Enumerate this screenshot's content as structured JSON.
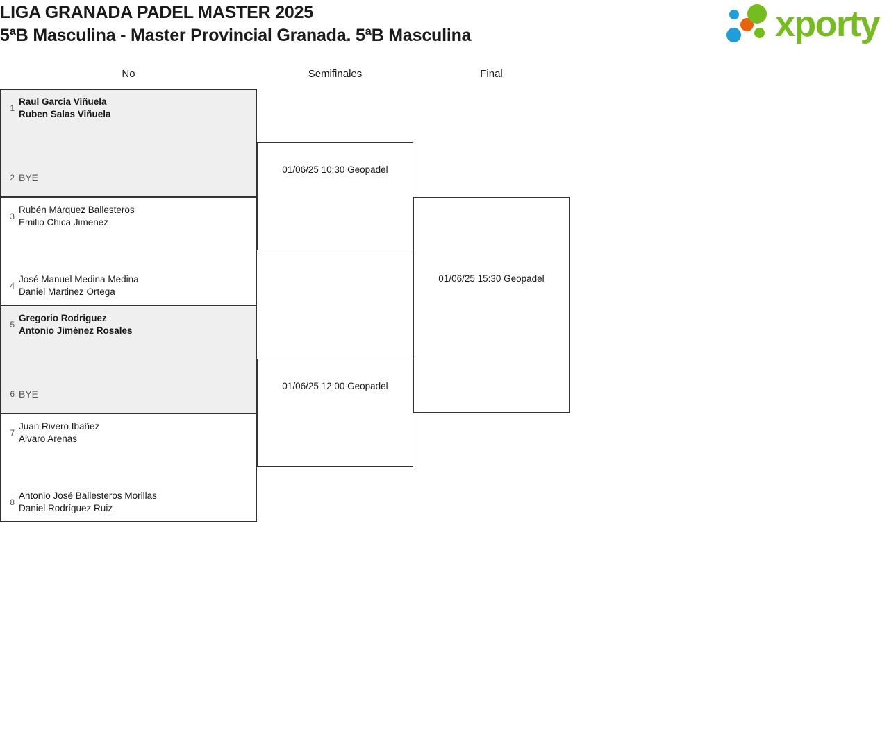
{
  "header": {
    "title_line1": "LIGA GRANADA PADEL MASTER 2025",
    "title_line2": "5ªB Masculina - Master Provincial Granada. 5ªB Masculina"
  },
  "logo": {
    "wordmark": "xporty",
    "colors": {
      "green": "#76bc21",
      "blue": "#1f9ed9",
      "orange": "#e8630a"
    }
  },
  "bracket": {
    "round_headers": [
      {
        "label": "No"
      },
      {
        "label": "Semifinales"
      },
      {
        "label": "Final"
      }
    ],
    "round1": [
      {
        "highlight": true,
        "top": {
          "seed": "1",
          "type": "team",
          "winner": true,
          "player1": "Raul Garcia Viñuela",
          "player2": "Ruben Salas Viñuela"
        },
        "bottom": {
          "seed": "2",
          "type": "bye",
          "winner": false,
          "label": "BYE"
        }
      },
      {
        "highlight": false,
        "top": {
          "seed": "3",
          "type": "team",
          "winner": false,
          "player1": "Rubén Márquez Ballesteros",
          "player2": "Emilio Chica Jimenez"
        },
        "bottom": {
          "seed": "4",
          "type": "team",
          "winner": false,
          "player1": "José Manuel Medina Medina",
          "player2": "Daniel Martinez Ortega"
        }
      },
      {
        "highlight": true,
        "top": {
          "seed": "5",
          "type": "team",
          "winner": true,
          "player1": "Gregorio Rodriguez",
          "player2": "Antonio Jiménez Rosales"
        },
        "bottom": {
          "seed": "6",
          "type": "bye",
          "winner": false,
          "label": "BYE"
        }
      },
      {
        "highlight": false,
        "top": {
          "seed": "7",
          "type": "team",
          "winner": false,
          "player1": "Juan Rivero Ibañez",
          "player2": "Alvaro Arenas"
        },
        "bottom": {
          "seed": "8",
          "type": "team",
          "winner": false,
          "player1": "Antonio José Ballesteros Morillas",
          "player2": "Daniel Rodríguez Ruiz"
        }
      }
    ],
    "semifinals": [
      {
        "label": "01/06/25 10:30 Geopadel"
      },
      {
        "label": "01/06/25 12:00 Geopadel"
      }
    ],
    "final": {
      "label": "01/06/25 15:30 Geopadel"
    }
  }
}
